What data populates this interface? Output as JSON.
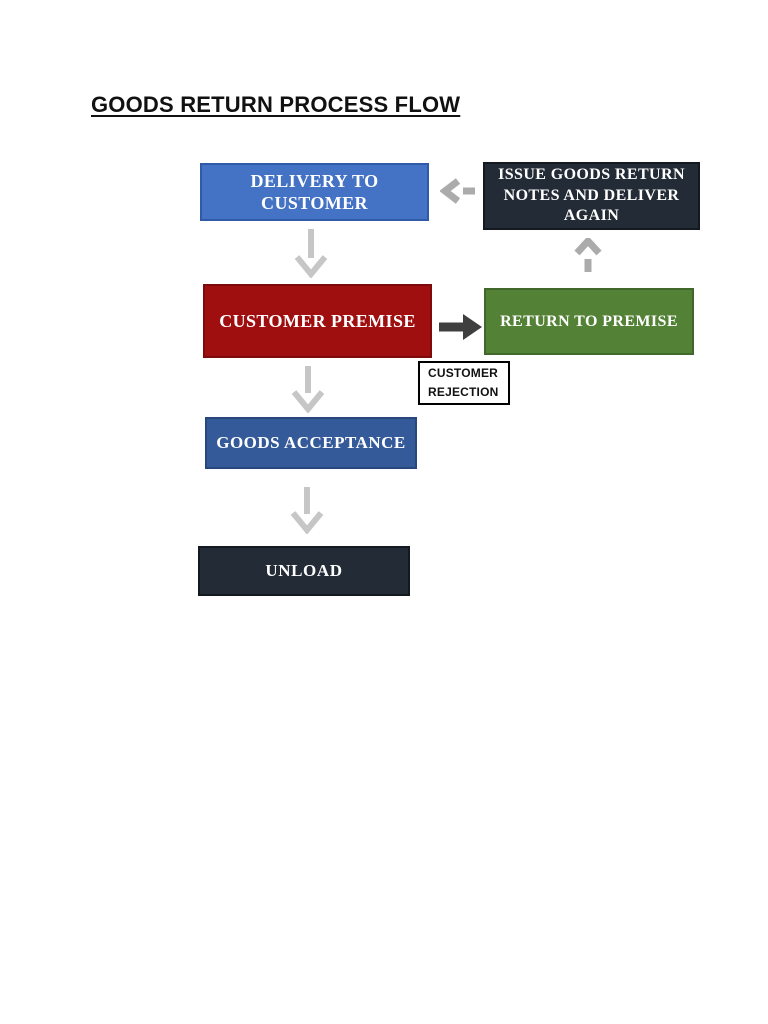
{
  "page": {
    "background": "#ffffff"
  },
  "title": {
    "text": "GOODS RETURN PROCESS FLOW"
  },
  "colors": {
    "primary_blue": "#4472c4",
    "medium_blue": "#355a9a",
    "dark_navy": "#232b36",
    "dark_red": "#a00f0f",
    "green": "#538135",
    "rejection_box_bg": "#ffffff",
    "rejection_box_border": "#000000",
    "light_gray_arrow": "#c6c6c6",
    "gray_arrow": "#ababab",
    "dark_arrow": "#3f3f3f"
  },
  "flowchart": {
    "nodes": [
      {
        "id": "delivery-to-customer",
        "color": "#4472c4",
        "lines": [
          "DELIVERY TO",
          "CUSTOMER"
        ]
      },
      {
        "id": "issue-goods-return-notes",
        "color": "#232b36",
        "lines": [
          "ISSUE GOODS RETURN",
          "NOTES AND DELIVER",
          "AGAIN"
        ]
      },
      {
        "id": "customer-premise",
        "color": "#a00f0f",
        "lines": [
          "CUSTOMER PREMISE"
        ]
      },
      {
        "id": "return-to-premise",
        "color": "#538135",
        "lines": [
          "RETURN TO PREMISE"
        ]
      },
      {
        "id": "customer-rejection",
        "color": "#ffffff",
        "lines": [
          "CUSTOMER",
          "REJECTION"
        ]
      },
      {
        "id": "goods-acceptance",
        "color": "#355a9a",
        "lines": [
          "GOODS ACCEPTANCE"
        ]
      },
      {
        "id": "unload",
        "color": "#232b36",
        "lines": [
          "UNLOAD"
        ]
      }
    ],
    "arrows": [
      {
        "id": "delivery-to-customer-premise",
        "direction": "down",
        "color": "#c6c6c6"
      },
      {
        "id": "issue-notes-to-delivery",
        "direction": "left",
        "color": "#ababab"
      },
      {
        "id": "return-premise-to-issue-notes",
        "direction": "up",
        "color": "#ababab"
      },
      {
        "id": "customer-premise-to-return-premise",
        "direction": "right",
        "color": "#3f3f3f"
      },
      {
        "id": "customer-premise-to-goods-acceptance",
        "direction": "down",
        "color": "#c6c6c6"
      },
      {
        "id": "goods-acceptance-to-unload",
        "direction": "down",
        "color": "#c6c6c6"
      }
    ]
  }
}
